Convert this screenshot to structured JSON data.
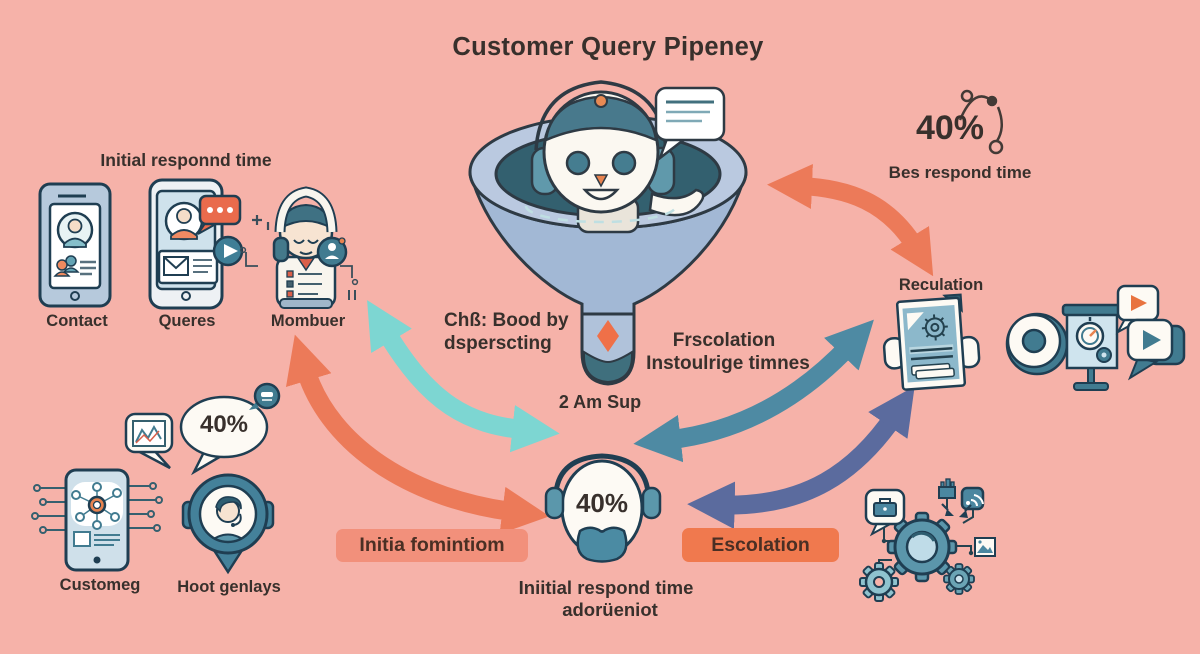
{
  "title": "Customer Query Pipeney",
  "left_group": {
    "header": "Initial responnd time",
    "items": [
      {
        "label": "Contact",
        "icon": "phone-contact-icon"
      },
      {
        "label": "Queres",
        "icon": "phone-queries-icon"
      },
      {
        "label": "Mombuer",
        "icon": "support-agent-icon"
      }
    ]
  },
  "center": {
    "funnel_icon": "chatbot-funnel-icon",
    "spout_label": "2 Am Sup",
    "chat_note": [
      "Chß: Bood by",
      "dsperscting"
    ],
    "escalation_note": [
      "Frscolation",
      "Instoulrige timnes"
    ]
  },
  "right_group": {
    "stat": "40%",
    "stat_label": "Bes respond time",
    "doc_label": "Reculation"
  },
  "bottom_left": {
    "bubble_stat": "40%",
    "items": [
      {
        "label": "Customeg",
        "icon": "phone-network-icon"
      },
      {
        "label": "Hoot genlays",
        "icon": "agent-pin-icon"
      }
    ]
  },
  "bottom_center": {
    "button_initial": "Initia fomintiom",
    "head_stat": "40%",
    "caption": [
      "Iniitial respond time",
      "adorüeniot"
    ],
    "button_escalation": "Escolation"
  },
  "colors": {
    "background": "#f6b2a9",
    "text": "#38302c",
    "orange_arrow": "#ec7a59",
    "teal_arrow": "#7dd6d2",
    "steel_arrow": "#4e8aa3",
    "navy_arrow": "#5b6b9e",
    "button_initial": "#f2907b",
    "button_escalation": "#f0794e",
    "funnel_body": "#a2b8d5",
    "funnel_liquid": "#33606f",
    "icon_teal": "#417b90"
  }
}
